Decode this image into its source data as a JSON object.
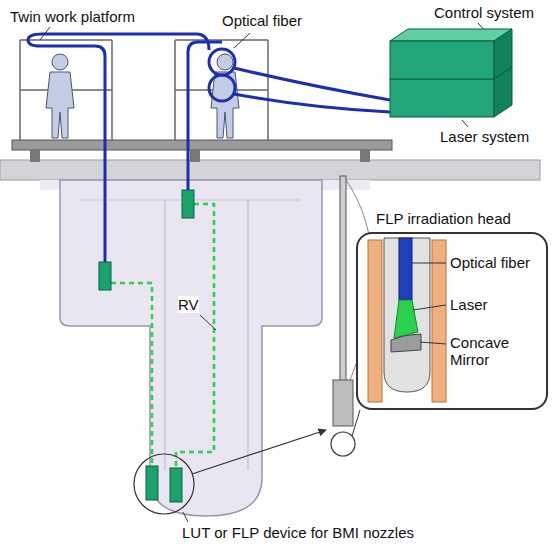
{
  "diagram": {
    "nodes": [
      {
        "text": [
          "Control system"
        ]
      },
      {
        "text": [
          "Laser system"
        ]
      },
      {
        "text": [
          "FLP irradiation head"
        ]
      }
    ],
    "labels": [
      "Twin work platform",
      "Optical fiber",
      "RV",
      "LUT or FLP device for BMI nozzles",
      "Optical fiber",
      "Laser",
      "Concave Mirror"
    ]
  }
}
